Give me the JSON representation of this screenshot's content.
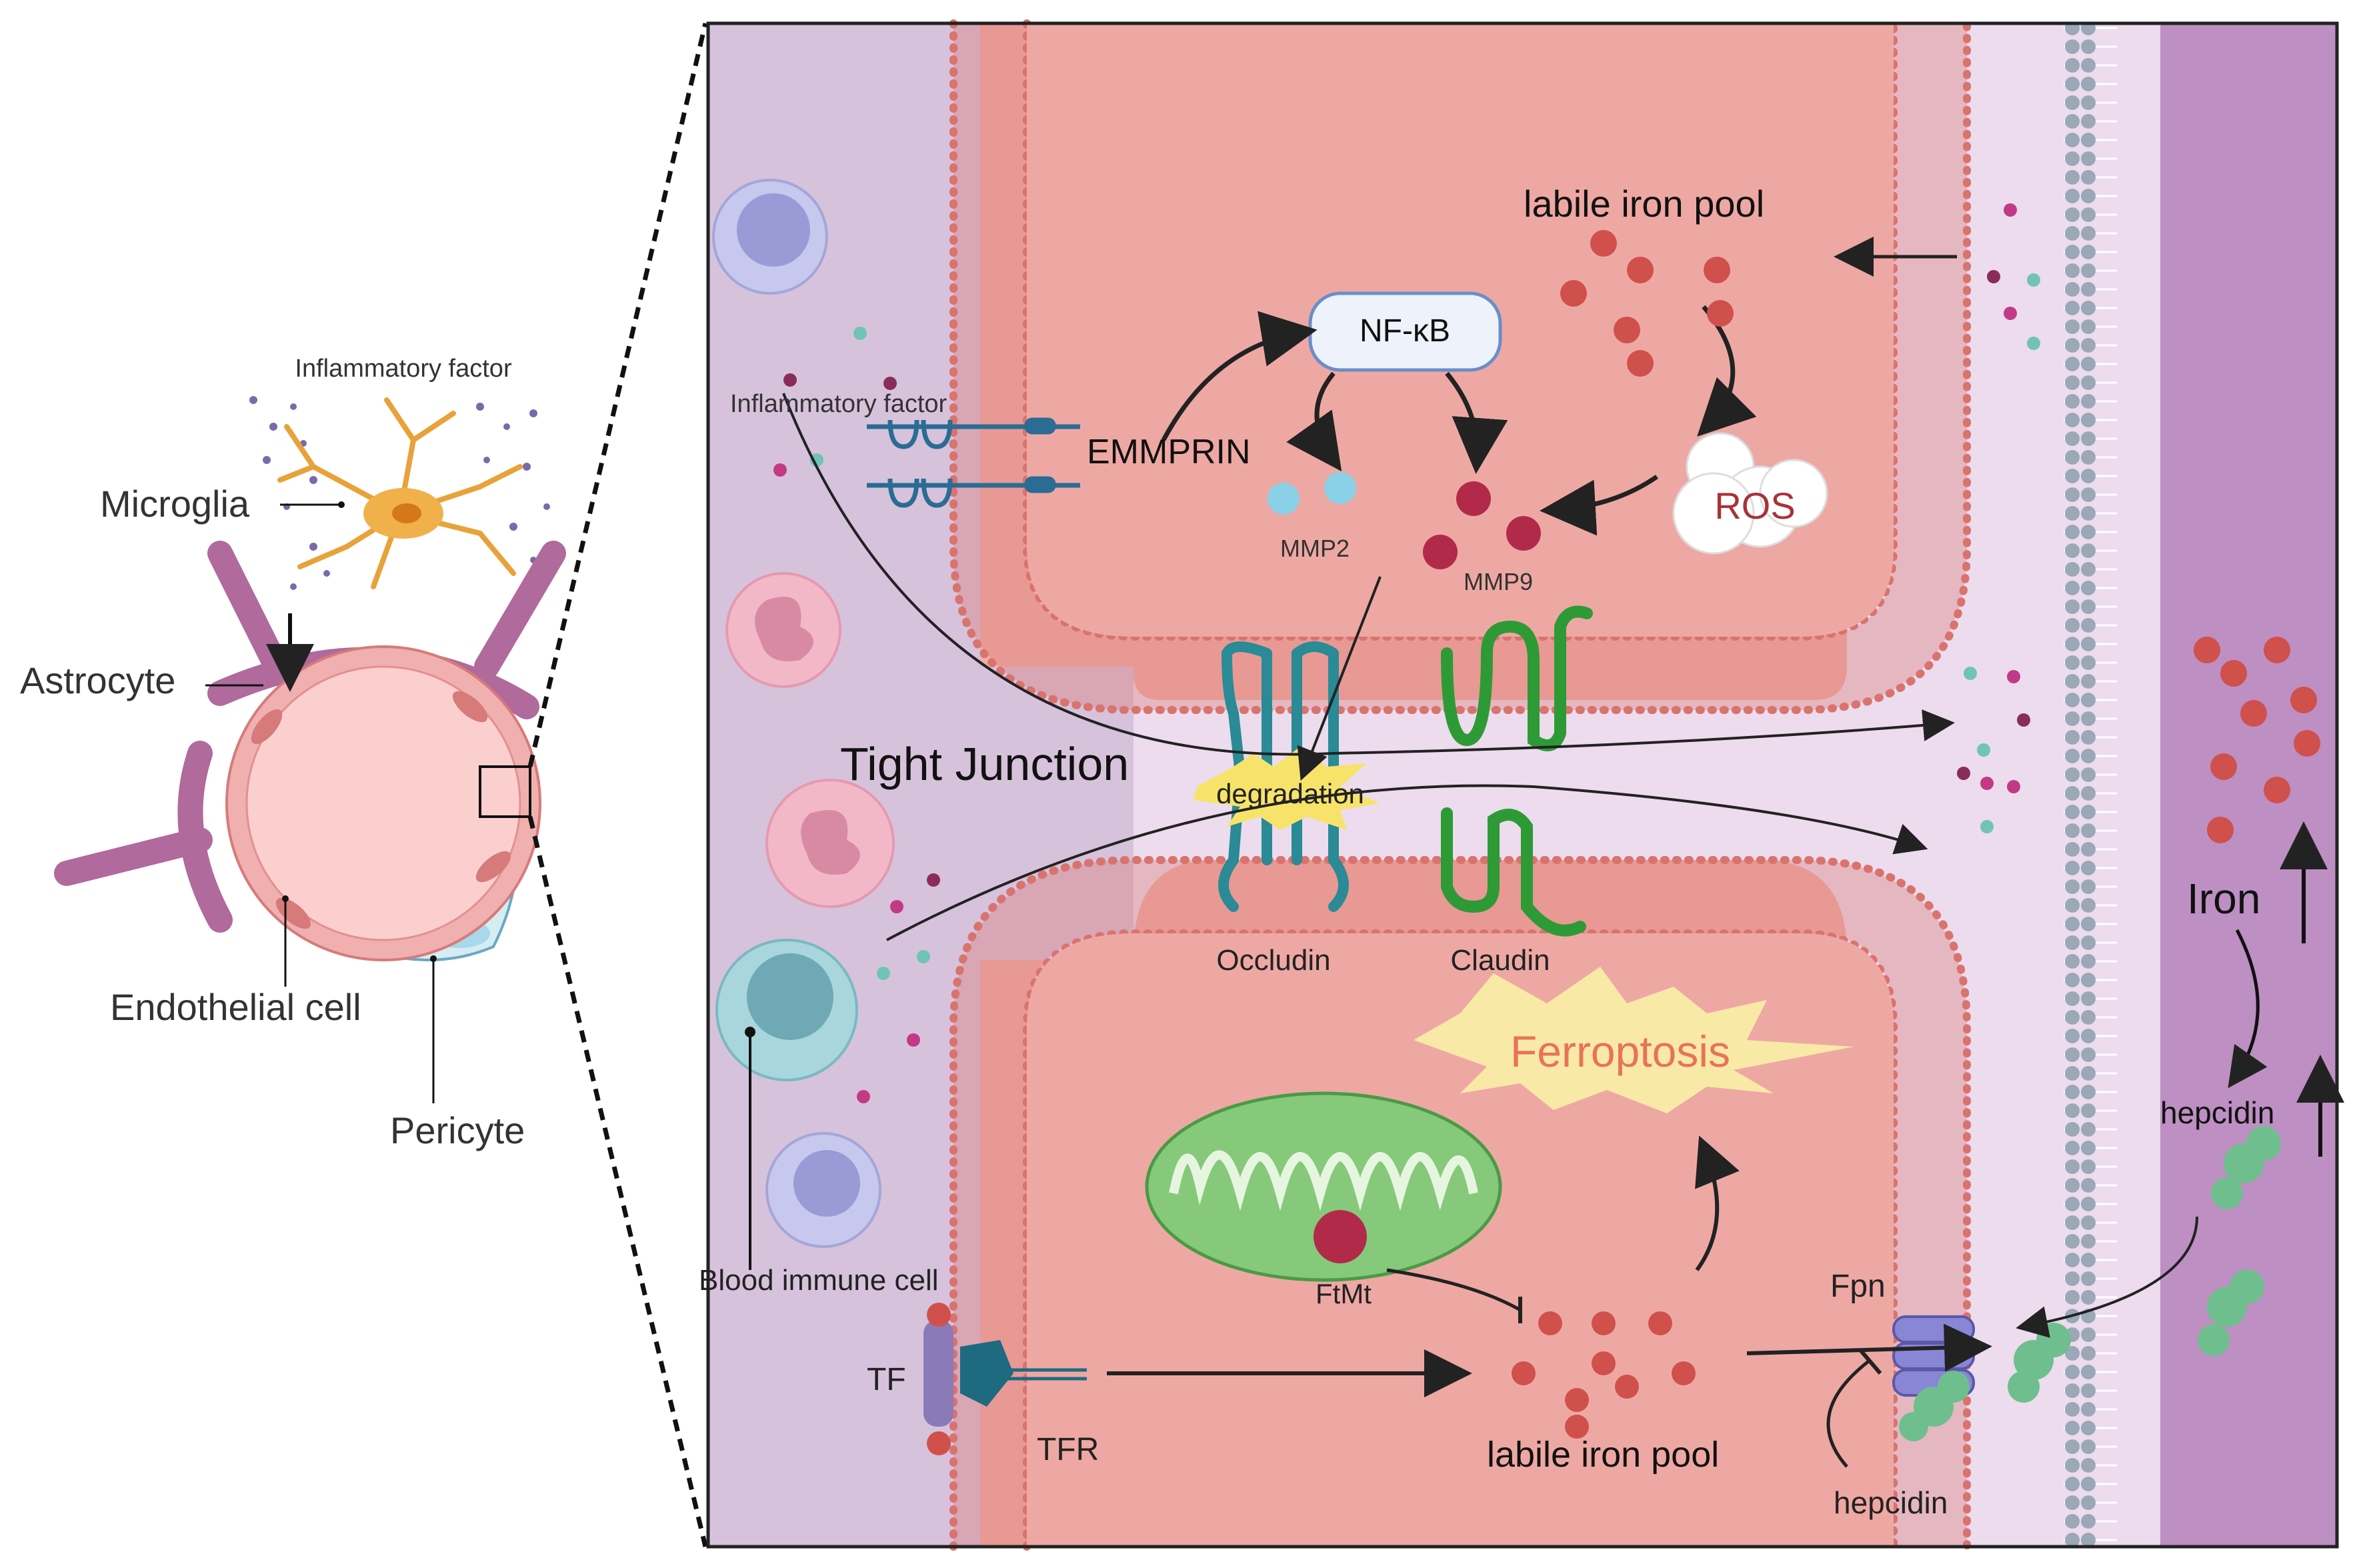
{
  "labels": {
    "inflammatory_factor_top": "Inflammatory factor",
    "microglia": "Microglia",
    "astrocyte": "Astrocyte",
    "endothelial_cell": "Endothelial cell",
    "pericyte": "Pericyte",
    "inflammatory_factor_panel": "Inflammatory factor",
    "emmprin": "EMMPRIN",
    "nfkb": "NF-κB",
    "mmp2": "MMP2",
    "mmp9": "MMP9",
    "labile_iron_pool_top": "labile iron pool",
    "ros": "ROS",
    "tight_junction": "Tight Junction",
    "degradation": "degradation",
    "occludin": "Occludin",
    "claudin": "Claudin",
    "ferroptosis": "Ferroptosis",
    "ftmt": "FtMt",
    "blood_immune_cell": "Blood immune cell",
    "tf": "TF",
    "tfr": "TFR",
    "labile_iron_pool_bottom": "labile iron pool",
    "fpn": "Fpn",
    "hepcidin_bottom": "hepcidin",
    "iron": "Iron",
    "hepcidin_right": "hepcidin"
  },
  "colors": {
    "lumen": "#d7c2dc",
    "endothelium": "#f0aeaa",
    "membrane_dot": "#d9736e",
    "basement": "#ecdcee",
    "pericyte_band": "#bd8fc2",
    "iron_dot": "#d0504c",
    "claudin": "#2e9a36",
    "occludin": "#2a8a96",
    "mmp9": "#b22a4a",
    "mmp2": "#8ad0e6",
    "mito": "#86c97a",
    "fpn": "#8a86d6",
    "hepcidin": "#6fbf8e",
    "astrocyte": "#b06a9c",
    "microglia": "#f0b04a"
  }
}
